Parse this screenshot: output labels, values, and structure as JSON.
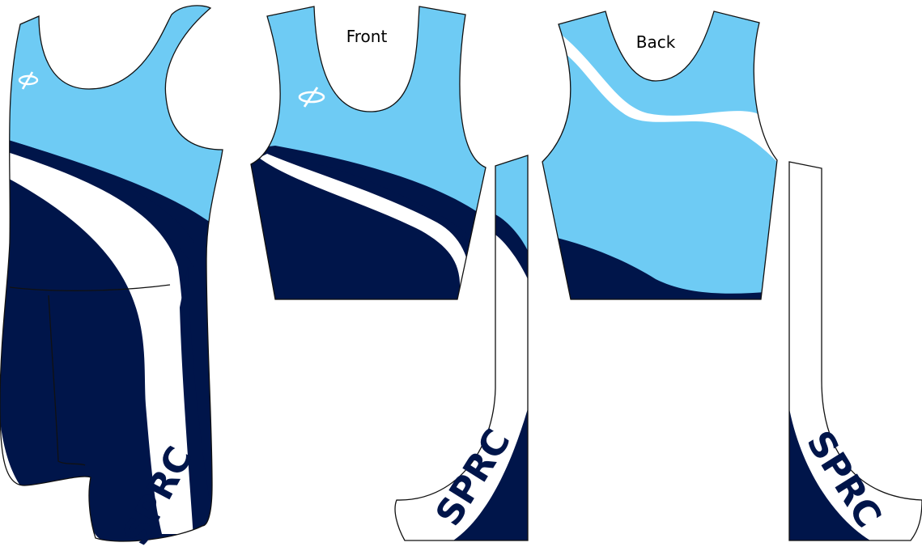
{
  "labels": {
    "front": "Front",
    "back": "Back"
  },
  "logo_text": "SPRC",
  "brand_mark": "phi-logo-icon",
  "colors": {
    "light_blue": "#6ecbf4",
    "navy": "#00154a",
    "white": "#ffffff",
    "outline": "#111111"
  }
}
